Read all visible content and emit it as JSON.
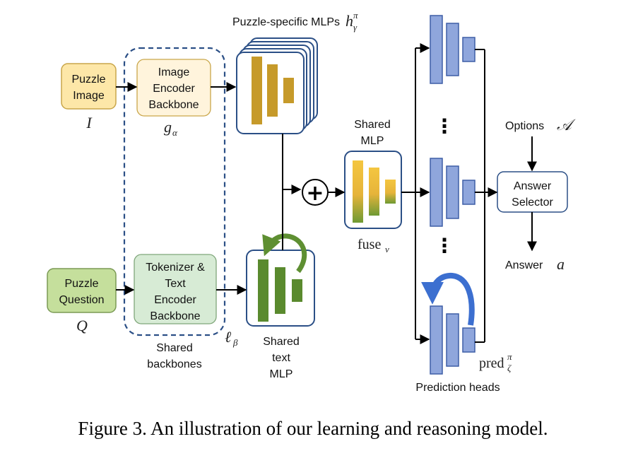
{
  "labels": {
    "puzzle_image": [
      "Puzzle",
      "Image"
    ],
    "image_encoder": [
      "Image",
      "Encoder",
      "Backbone"
    ],
    "puzzle_question": [
      "Puzzle",
      "Question"
    ],
    "text_encoder": [
      "Tokenizer &",
      "Text",
      "Encoder",
      "Backbone"
    ],
    "shared_backbones": [
      "Shared",
      "backbones"
    ],
    "shared_text_mlp": [
      "Shared",
      "text",
      "MLP"
    ],
    "shared_mlp": [
      "Shared",
      "MLP"
    ],
    "puzzle_specific": "Puzzle-specific MLPs",
    "prediction_heads": "Prediction heads",
    "answer_selector": [
      "Answer",
      "Selector"
    ],
    "options": "Options",
    "answer": "Answer",
    "plus": "+",
    "dots": "⋮"
  },
  "symbols": {
    "I": "I",
    "Q": "Q",
    "g": "g",
    "g_sub": "α",
    "l": "ℓ",
    "l_sub": "β",
    "h": "h",
    "h_sup": "π",
    "h_sub": "γ",
    "fuse": "fuse",
    "fuse_sub": "ν",
    "pred": "pred",
    "pred_sup": "π",
    "pred_sub": "ζ",
    "A": "𝒜",
    "a": "a"
  },
  "caption": "Figure 3. An illustration of our learning and reasoning model.",
  "colors": {
    "image_box_fill": "#fde7a8",
    "image_box_stroke": "#c9a64a",
    "encoder_box_fill": "#fff4dc",
    "question_box_fill": "#c5df9c",
    "question_box_stroke": "#7b9a55",
    "text_encoder_fill": "#d7ebd5",
    "blue_border": "#2b4f86",
    "dashed": "#2b4f86",
    "gold_bar": "#c69a2a",
    "green_bar": "#5a8a2e",
    "head_bar_fill": "#8fa6dc",
    "head_bar_stroke": "#3e5ea6",
    "curl_green": "#5e8f32",
    "curl_blue": "#3c6fd0"
  }
}
